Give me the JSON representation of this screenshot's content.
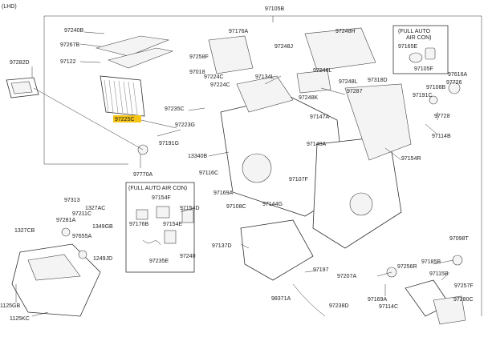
{
  "corner_label": "(LHD)",
  "callouts": {
    "c97105B": "97105B",
    "c97240B": "97240B",
    "c97267B": "97267B",
    "c97122": "97122",
    "c97282D": "97282D",
    "c97176A": "97176A",
    "c97248J": "97248J",
    "c97248H": "97248H",
    "c97258F": "97258F",
    "c97018": "97018",
    "c97224C_a": "97224C",
    "c97224C_b": "97224C",
    "c97134L": "97134L",
    "c97246L": "97246L",
    "c97248L": "97248L",
    "c97248K": "97248K",
    "c97318D": "97318D",
    "c97287": "97287",
    "c97235C": "97235C",
    "c97223G": "97223G",
    "c97191G": "97191G",
    "c97147A": "97147A",
    "c97148A": "97148A",
    "c97154R": "97154R",
    "c13340B": "13340B",
    "c97770A": "97770A",
    "c97116C": "97116C",
    "c97169A": "97169A",
    "c97107F": "97107F",
    "c97108C": "97108C",
    "c97144G": "97144G",
    "c97165E": "97165E",
    "c97105F": "97105F",
    "c97616A": "97616A",
    "c97108B": "97108B",
    "c97726": "97726",
    "c97191C": "97191C",
    "c97728": "97728",
    "c97114B": "97114B",
    "c97313": "97313",
    "c97211C": "97211C",
    "c97281A": "97281A",
    "c1327AC": "1327AC",
    "c1327CB": "1327CB",
    "c1349GB": "1349GB",
    "c97655A": "97655A",
    "c1249JD": "1249JD",
    "c1125GB": "1125GB",
    "c1125KC": "1125KC",
    "c97154F": "97154F",
    "c97154D": "97154D",
    "c97176B": "97176B",
    "c97154E": "97154E",
    "c97235E": "97235E",
    "c97240": "97240",
    "c97137D": "97137D",
    "c97197": "97197",
    "c98371A": "98371A",
    "c97238D": "97238D",
    "c97207A": "97207A",
    "c97169A_b": "97169A",
    "c97114C": "97114C",
    "c97256R": "97256R",
    "c97185B": "97185B",
    "c97115B": "97115B",
    "c97098T": "97098T",
    "c97257F": "97257F",
    "c97280C": "97280C",
    "c97225C": "97225C"
  },
  "inset_auto_top": {
    "title_line1": "(FULL AUTO",
    "title_line2": "AIR CON)"
  },
  "inset_auto_left": {
    "title": "(FULL AUTO AIR CON)"
  },
  "highlight_color": "#f5c518",
  "line_color": "#333333"
}
